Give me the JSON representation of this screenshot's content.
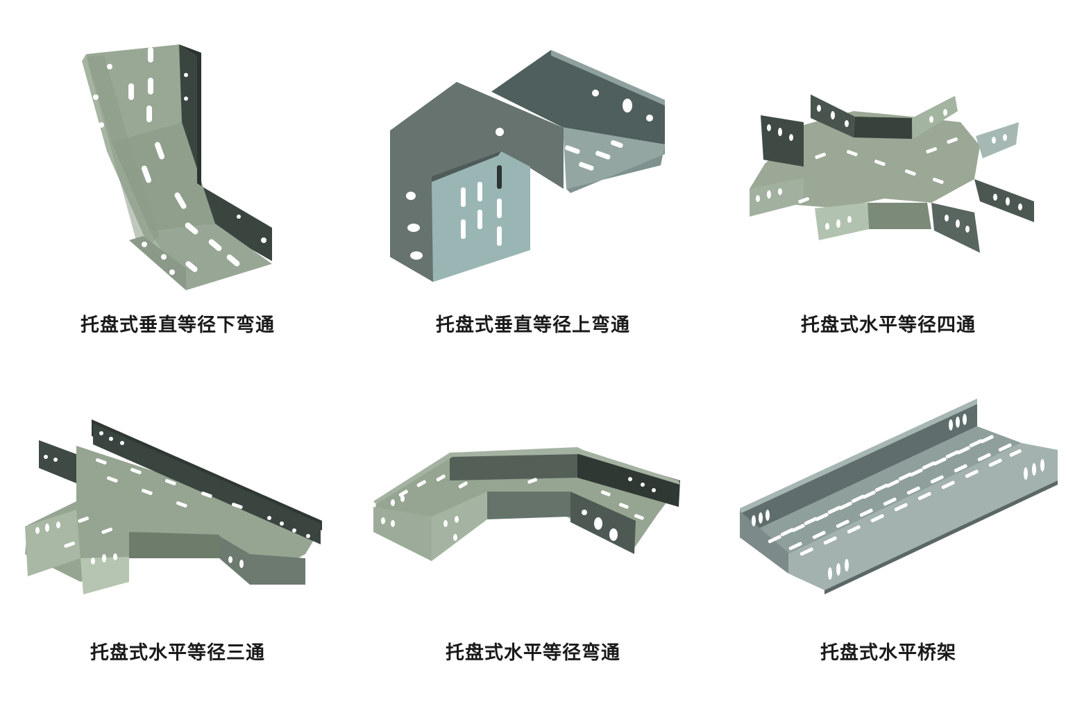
{
  "products": [
    {
      "caption": "托盘式垂直等径下弯通"
    },
    {
      "caption": "托盘式垂直等径上弯通"
    },
    {
      "caption": "托盘式水平等径四通"
    },
    {
      "caption": "托盘式水平等径三通"
    },
    {
      "caption": "托盘式水平等径弯通"
    },
    {
      "caption": "托盘式水平桥架"
    }
  ],
  "colors": {
    "tray_light": "#9fae9c",
    "tray_mid": "#7c8a7a",
    "tray_dark": "#3d4641",
    "slot": "#ffffff",
    "caption_text": "#1a1a1a",
    "background": "#ffffff"
  }
}
